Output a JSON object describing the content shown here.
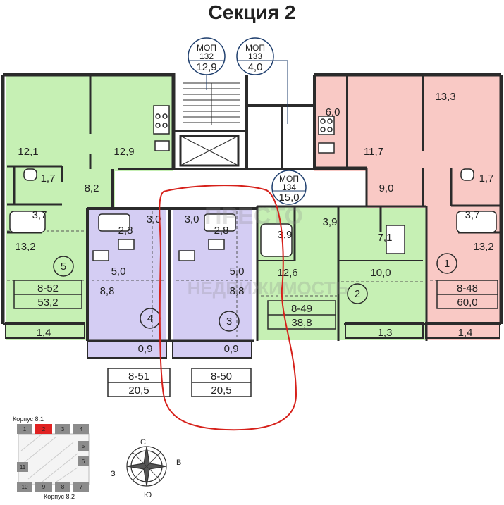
{
  "title": "Секция 2",
  "mop": [
    {
      "label": "МОП",
      "num": "132",
      "area": "12,9"
    },
    {
      "label": "МОП",
      "num": "133",
      "area": "4,0"
    },
    {
      "label": "МОП",
      "num": "134",
      "area": "15,0"
    }
  ],
  "rooms": {
    "a": "12,1",
    "b": "12,9",
    "c": "1,7",
    "d": "8,2",
    "e": "3,7",
    "f": "13,2",
    "g": "1,4",
    "h": "3,0",
    "i": "2,8",
    "j": "5,0",
    "k": "8,8",
    "l": "0,9",
    "m": "3,0",
    "n": "2,8",
    "o": "5,0",
    "p": "8,8",
    "q": "0,9",
    "r": "3,9",
    "s": "3,9",
    "t": "12,6",
    "u": "7,1",
    "v": "10,0",
    "w": "1,3",
    "x": "6,0",
    "y": "11,7",
    "z": "13,3",
    "aa": "9,0",
    "ab": "1,7",
    "ac": "3,7",
    "ad": "13,2",
    "ae": "1,4"
  },
  "apartments": [
    {
      "n": "5",
      "code": "8-52",
      "area": "53,2"
    },
    {
      "n": "4",
      "code": "8-51",
      "area": "20,5"
    },
    {
      "n": "3",
      "code": "8-50",
      "area": "20,5"
    },
    {
      "n": "2",
      "code": "8-49",
      "area": "38,8"
    },
    {
      "n": "1",
      "code": "8-48",
      "area": "60,0"
    }
  ],
  "watermark": {
    "line1": "ПРЕСТО",
    "line2": "НЕДВИЖИМОСТЬ"
  },
  "keyplan": {
    "top_label": "Корпус 8.1",
    "bottom_label": "Корпус 8.2",
    "cells": [
      "1",
      "2",
      "3",
      "4",
      "5",
      "6",
      "7",
      "8",
      "9",
      "10",
      "11"
    ]
  },
  "compass": {
    "n": "С",
    "s": "Ю",
    "w": "З",
    "e": "В"
  },
  "colors": {
    "green": "#c6f0b4",
    "purple": "#d4cdf3",
    "pink": "#f9c9c5",
    "wall": "#2b2b2b",
    "ink_red": "#d6201a"
  }
}
